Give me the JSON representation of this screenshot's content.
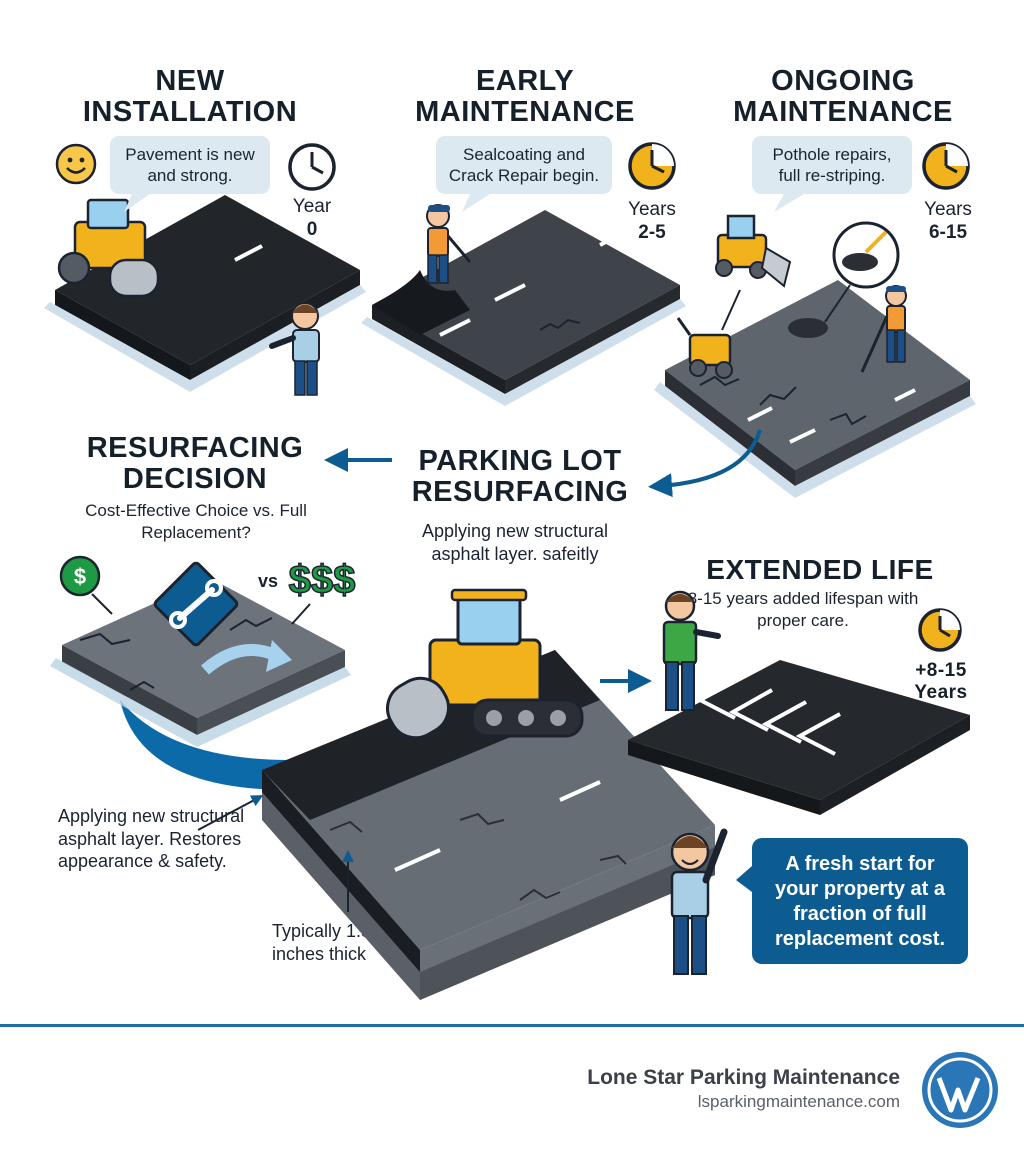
{
  "stages": {
    "new_installation": {
      "title_line1": "NEW",
      "title_line2": "INSTALLATION",
      "bubble": "Pavement is new and strong.",
      "year_label": "Year",
      "year_value": "0"
    },
    "early_maintenance": {
      "title_line1": "EARLY",
      "title_line2": "MAINTENANCE",
      "bubble": "Sealcoating and Crack Repair begin.",
      "year_label": "Years",
      "year_value": "2-5"
    },
    "ongoing_maintenance": {
      "title_line1": "ONGOING",
      "title_line2": "MAINTENANCE",
      "bubble": "Pothole repairs, full re-striping.",
      "year_label": "Years",
      "year_value": "6-15"
    }
  },
  "decision": {
    "title_line1": "RESURFACING",
    "title_line2": "DECISION",
    "subtitle": "Cost-Effective Choice vs. Full Replacement?",
    "dollar_single": "$",
    "vs": "vs",
    "dollar_triple": "$$$"
  },
  "resurfacing": {
    "title_line1": "PARKING LOT",
    "title_line2": "RESURFACING",
    "subtitle": "Applying new structural asphalt layer. safeitly"
  },
  "extended_life": {
    "title": "EXTENDED LIFE",
    "subtitle": "8-15 years added lifespan with proper care.",
    "badge_line1": "+8-15",
    "badge_line2": "Years"
  },
  "annotations": {
    "layer_note": "Applying new structural asphalt layer. Restores appearance & safety.",
    "thickness_note": "Typically 1.5 - 3 inches thick"
  },
  "callout": "A fresh start for your property at a fraction of full replacement cost.",
  "footer": {
    "company": "Lone Star Parking Maintenance",
    "url": "lsparkingmaintenance.com"
  },
  "colors": {
    "accent_blue": "#0d5c91",
    "asphalt_dark": "#2b2f35",
    "asphalt_mid": "#5a6068",
    "machine_yellow": "#f2b21c",
    "dollar_green": "#1f9a44"
  }
}
